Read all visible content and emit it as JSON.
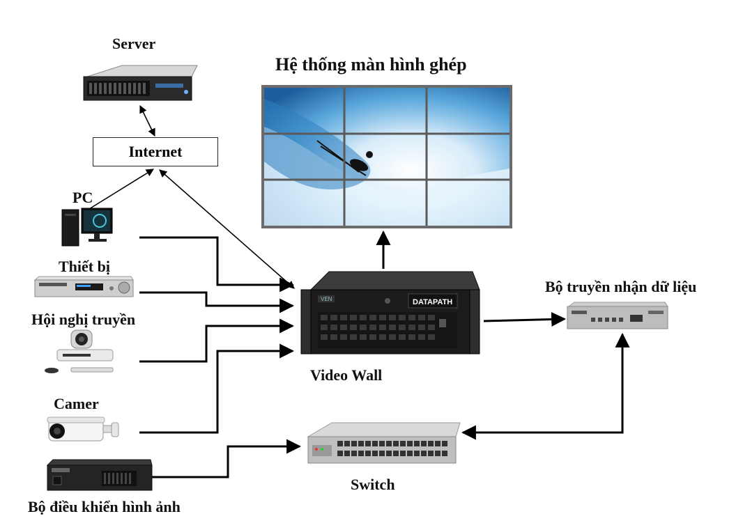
{
  "diagram": {
    "title": "Hệ thống màn hình ghép",
    "nodes": {
      "server": "Server",
      "internet": "Internet",
      "pc": "PC",
      "thiet_bi": "Thiết bị",
      "hoi_nghi": "Hội nghị truyền",
      "camera": "Camer",
      "controller": "Bộ điều khiển hình ảnh",
      "video_wall": "Video Wall",
      "transceiver": "Bộ truyền nhận dữ liệu",
      "switch": "Switch"
    },
    "device_brand": "DATAPATH",
    "panel_grid": {
      "rows": 3,
      "cols": 3
    },
    "edges": [
      {
        "from": "server",
        "to": "internet",
        "direction": "both"
      },
      {
        "from": "pc",
        "to": "internet",
        "direction": "forward"
      },
      {
        "from": "video_wall",
        "to": "internet",
        "direction": "both"
      },
      {
        "from": "pc",
        "to": "video_wall",
        "direction": "forward"
      },
      {
        "from": "thiet_bi",
        "to": "video_wall",
        "direction": "forward"
      },
      {
        "from": "hoi_nghi",
        "to": "video_wall",
        "direction": "forward"
      },
      {
        "from": "camera",
        "to": "video_wall",
        "direction": "forward"
      },
      {
        "from": "video_wall",
        "to": "display_wall",
        "direction": "forward"
      },
      {
        "from": "video_wall",
        "to": "transceiver",
        "direction": "forward"
      },
      {
        "from": "controller",
        "to": "switch",
        "direction": "forward"
      },
      {
        "from": "switch",
        "to": "transceiver",
        "direction": "both"
      }
    ],
    "colors": {
      "wire": "#000000",
      "sky": "#2f7fc0",
      "device": "#1c1c1c"
    }
  }
}
